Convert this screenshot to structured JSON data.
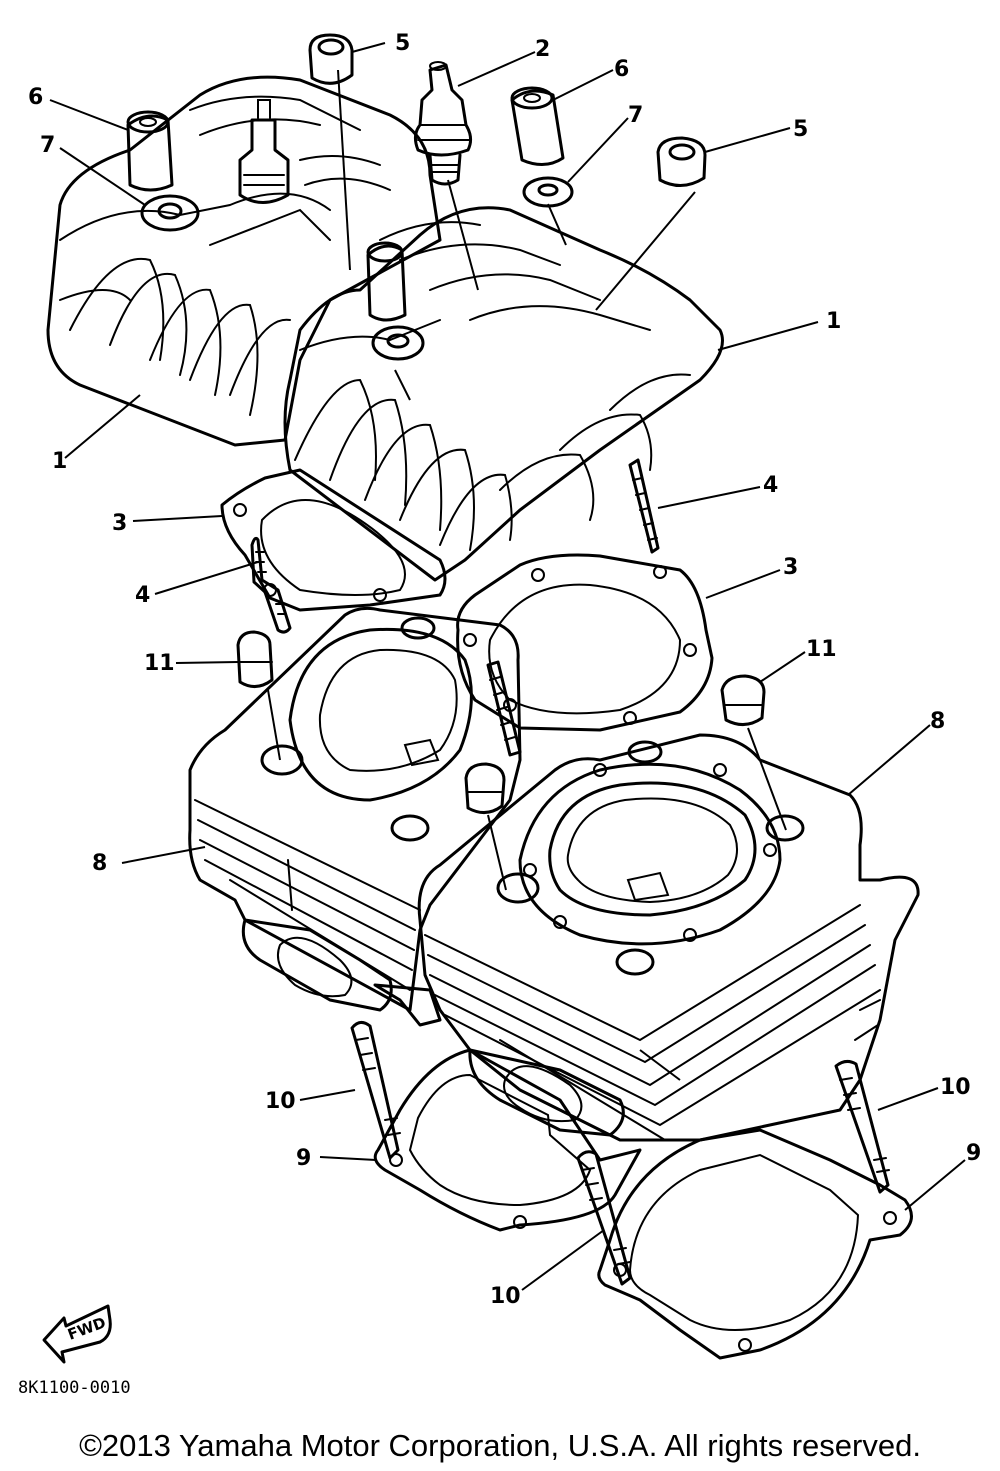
{
  "diagram": {
    "part_code": "8K1100-0010",
    "fwd_label": "FWD",
    "callouts": [
      {
        "id": "c1a",
        "label": "1"
      },
      {
        "id": "c1b",
        "label": "1"
      },
      {
        "id": "c2",
        "label": "2"
      },
      {
        "id": "c3a",
        "label": "3"
      },
      {
        "id": "c3b",
        "label": "3"
      },
      {
        "id": "c4a",
        "label": "4"
      },
      {
        "id": "c4b",
        "label": "4"
      },
      {
        "id": "c5a",
        "label": "5"
      },
      {
        "id": "c5b",
        "label": "5"
      },
      {
        "id": "c6a",
        "label": "6"
      },
      {
        "id": "c6b",
        "label": "6"
      },
      {
        "id": "c7a",
        "label": "7"
      },
      {
        "id": "c7b",
        "label": "7"
      },
      {
        "id": "c8a",
        "label": "8"
      },
      {
        "id": "c8b",
        "label": "8"
      },
      {
        "id": "c9a",
        "label": "9"
      },
      {
        "id": "c9b",
        "label": "9"
      },
      {
        "id": "c10a",
        "label": "10"
      },
      {
        "id": "c10b",
        "label": "10"
      },
      {
        "id": "c10c",
        "label": "10"
      },
      {
        "id": "c11a",
        "label": "11"
      },
      {
        "id": "c11b",
        "label": "11"
      }
    ]
  },
  "footer": {
    "copyright": "©2013 Yamaha Motor Corporation, U.S.A. All rights reserved."
  }
}
